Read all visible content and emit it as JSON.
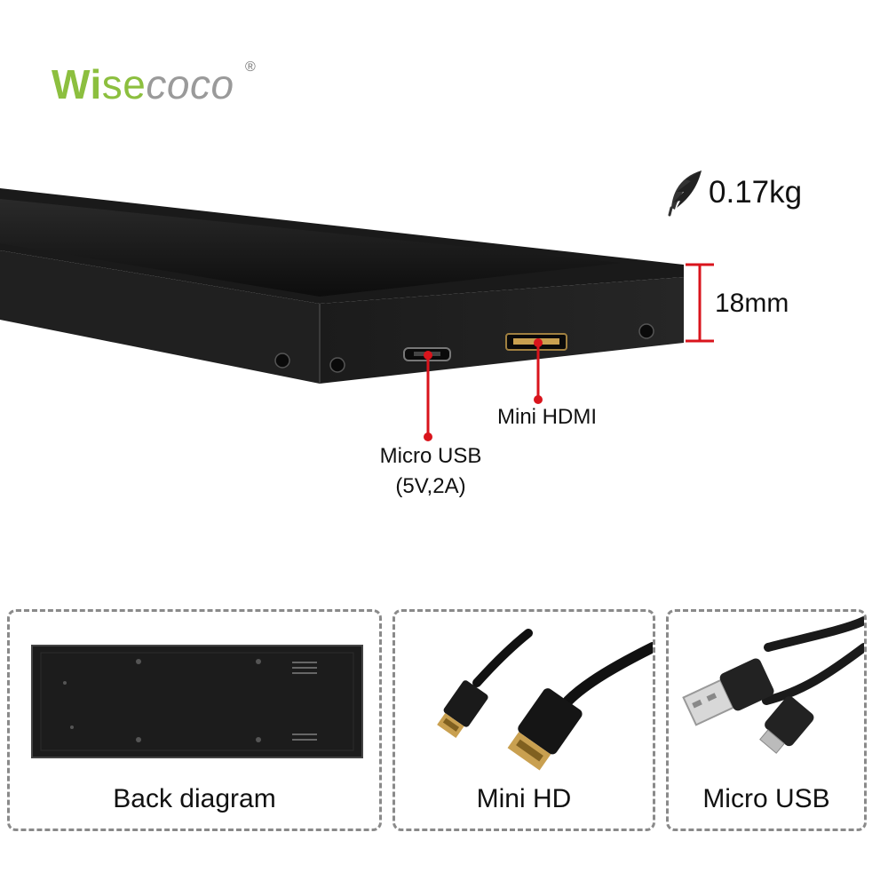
{
  "brand": {
    "logo_text": "Wisecoco",
    "logo_part1": "Wi",
    "logo_part2": "se",
    "logo_part3": "coco",
    "registered": "®"
  },
  "specs": {
    "weight": "0.17kg",
    "thickness": "18mm"
  },
  "ports": {
    "mini_hdmi_label": "Mini HDMI",
    "micro_usb_label": "Micro USB",
    "micro_usb_power": "(5V,2A)"
  },
  "panels": [
    {
      "caption": "Back diagram"
    },
    {
      "caption": "Mini HD"
    },
    {
      "caption": "Micro USB"
    }
  ],
  "colors": {
    "accent_red": "#d9141c",
    "logo_green": "#8cbf3f",
    "logo_grey": "#9a9a9a",
    "panel_border": "#8a8a8a"
  },
  "icons": [
    "feather-icon"
  ]
}
